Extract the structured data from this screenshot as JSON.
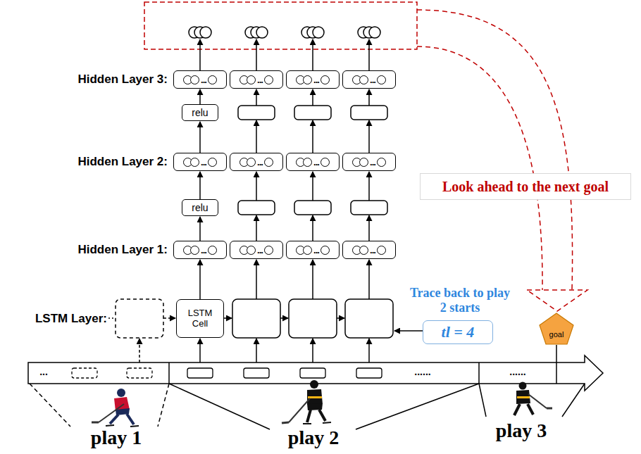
{
  "diagram": {
    "nodes": [
      {
        "text": [
          "..."
        ]
      },
      {
        "text": [
          "..."
        ]
      },
      {
        "text": [
          "..."
        ]
      },
      {
        "text": [
          "..."
        ]
      },
      {
        "text": [
          "relu"
        ]
      },
      {
        "text": [
          "..."
        ]
      },
      {
        "text": [
          "..."
        ]
      },
      {
        "text": [
          "..."
        ]
      },
      {
        "text": [
          "..."
        ]
      },
      {
        "text": [
          "Look ahead to the next goal"
        ]
      },
      {
        "text": [
          "relu"
        ]
      },
      {
        "text": [
          "..."
        ]
      },
      {
        "text": [
          "..."
        ]
      },
      {
        "text": [
          "..."
        ]
      },
      {
        "text": [
          "..."
        ]
      },
      {
        "text": [
          "LSTM Cell"
        ]
      },
      {
        "text": [
          "tl = 4"
        ]
      },
      {
        "text": [
          "goal"
        ]
      }
    ],
    "edges": [
      {
        "from": 15,
        "to": 11,
        "arrow": "to"
      },
      {
        "from": 11,
        "to": 10,
        "arrow": "to"
      },
      {
        "from": 10,
        "to": 5,
        "arrow": "to"
      },
      {
        "from": 5,
        "to": 4,
        "arrow": "to"
      },
      {
        "from": 4,
        "to": 0,
        "arrow": "to"
      }
    ],
    "labels": [
      "Hidden Layer 3:",
      "Hidden Layer 2:",
      "Hidden Layer 1:",
      "LSTM Layer:",
      "Trace back to play 2 starts",
      "...",
      "......",
      "......",
      "play 1",
      "play 2",
      "play 3"
    ]
  }
}
